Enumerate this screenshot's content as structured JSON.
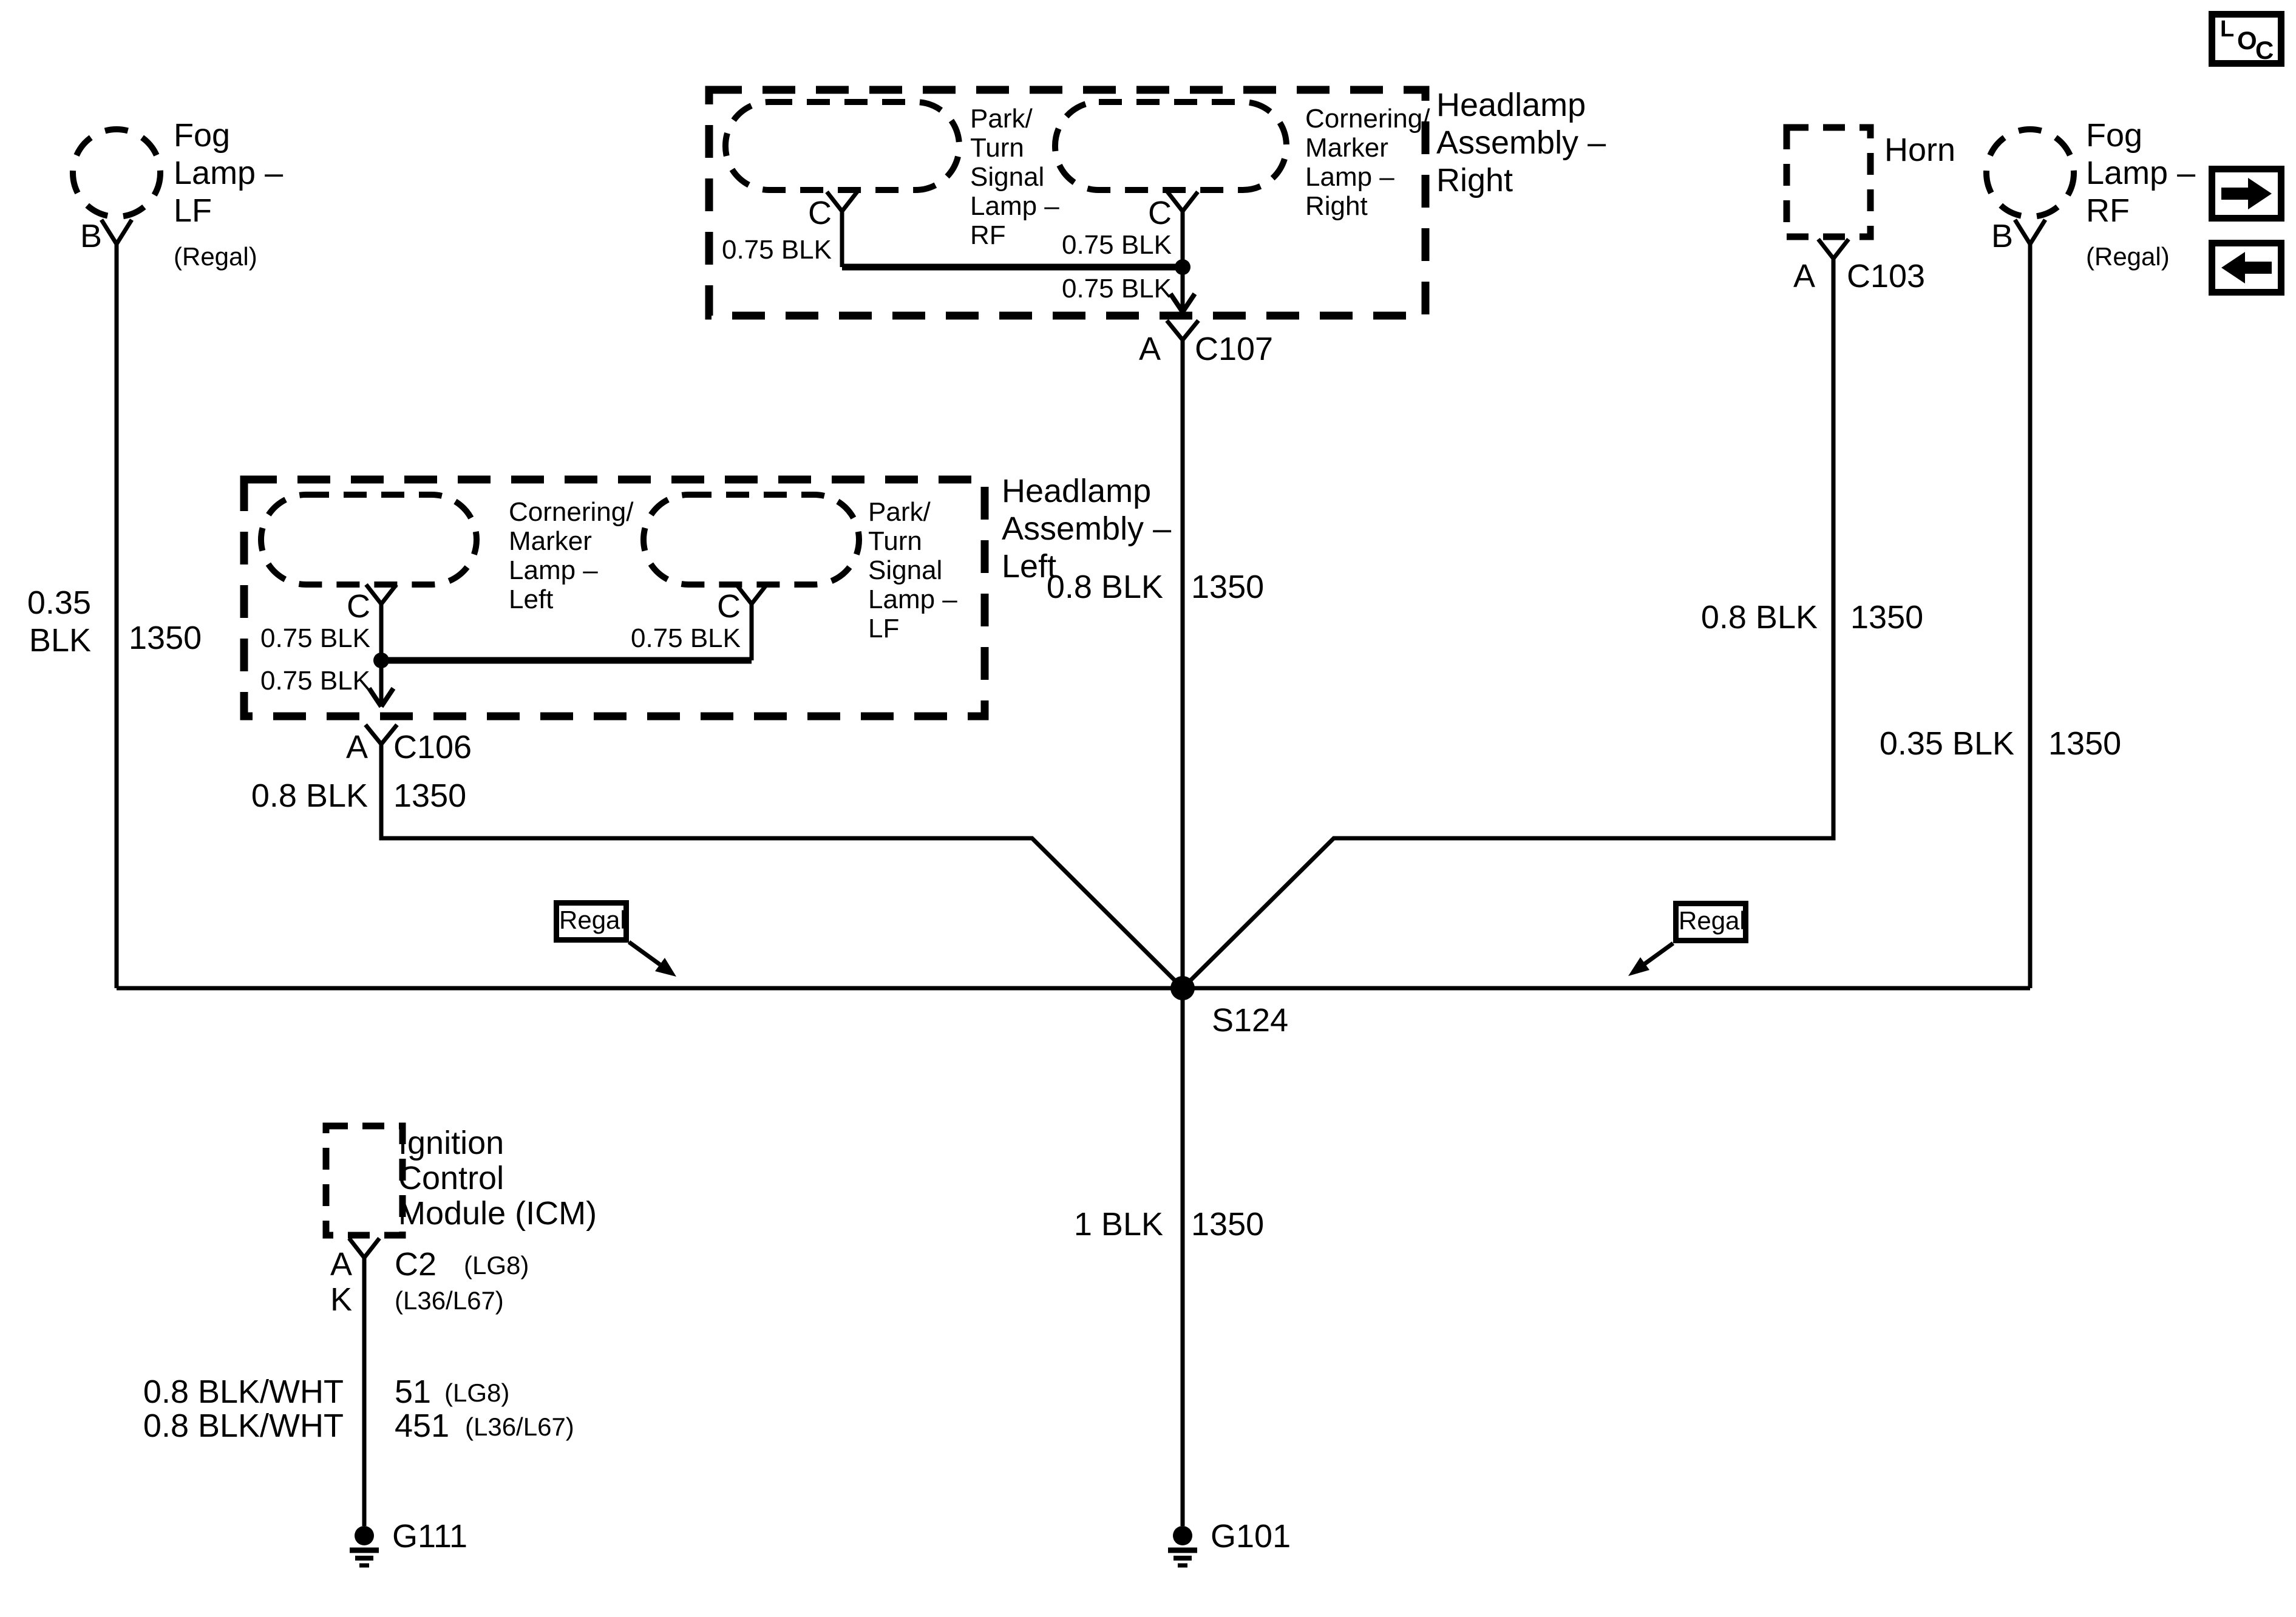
{
  "colors": {
    "background": "#ffffff",
    "ink": "#000000"
  },
  "nav": {
    "loc_button": {
      "l": "L",
      "o": "O",
      "c": "C"
    },
    "forward_button": "right-arrow",
    "back_button": "left-arrow"
  },
  "components": {
    "fog_lamp_lf": {
      "label": "Fog\nLamp –\nLF",
      "variant": "(Regal)",
      "pin": "B"
    },
    "fog_lamp_rf": {
      "label": "Fog\nLamp –\nRF",
      "variant": "(Regal)",
      "pin": "B"
    },
    "horn": {
      "label": "Horn",
      "pin": "A",
      "connector": "C103"
    },
    "headlamp_assembly_right": {
      "label": "Headlamp\nAssembly –\nRight",
      "park_turn_lamp": {
        "label": "Park/\nTurn\nSignal\nLamp –\nRF",
        "pin": "C",
        "wire": "0.75 BLK"
      },
      "cornering_lamp": {
        "label": "Cornering/\nMarker\nLamp –\nRight",
        "pin": "C",
        "wire": "0.75 BLK"
      },
      "exit_wire": "0.75 BLK",
      "pin": "A",
      "connector": "C107"
    },
    "headlamp_assembly_left": {
      "label": "Headlamp\nAssembly –\nLeft",
      "cornering_lamp": {
        "label": "Cornering/\nMarker\nLamp –\nLeft",
        "pin": "C",
        "wire": "0.75 BLK"
      },
      "park_turn_lamp": {
        "label": "Park/\nTurn\nSignal\nLamp –\nLF",
        "pin": "C",
        "wire": "0.75 BLK"
      },
      "exit_wire": "0.75 BLK",
      "pin": "A",
      "connector": "C106"
    },
    "icm": {
      "label": "Ignition\nControl\nModule (ICM)",
      "pin_a": "A",
      "pin_k": "K",
      "connector": "C2",
      "connector_note": "(LG8)",
      "connector_alt": "(L36/L67)"
    }
  },
  "wires": {
    "fog_lf_ground": {
      "gauge_color": "0.35\nBLK",
      "circuit": "1350"
    },
    "c106_ground": {
      "gauge_color": "0.8 BLK",
      "circuit": "1350"
    },
    "c107_ground": {
      "gauge_color": "0.8 BLK",
      "circuit": "1350"
    },
    "horn_ground": {
      "gauge_color": "0.8 BLK",
      "circuit": "1350"
    },
    "fog_rf_ground": {
      "gauge_color": "0.35 BLK",
      "circuit": "1350"
    },
    "main_ground": {
      "gauge_color": "1 BLK",
      "circuit": "1350"
    },
    "icm_ground_lg8": {
      "gauge_color": "0.8 BLK/WHT",
      "circuit": "51",
      "note": "(LG8)"
    },
    "icm_ground_l36": {
      "gauge_color": "0.8 BLK/WHT",
      "circuit": "451",
      "note": "(L36/L67)"
    }
  },
  "splices": {
    "s124": "S124"
  },
  "grounds": {
    "g101": "G101",
    "g111": "G111"
  },
  "callouts": {
    "regal_left": "Regal",
    "regal_right": "Regal"
  }
}
